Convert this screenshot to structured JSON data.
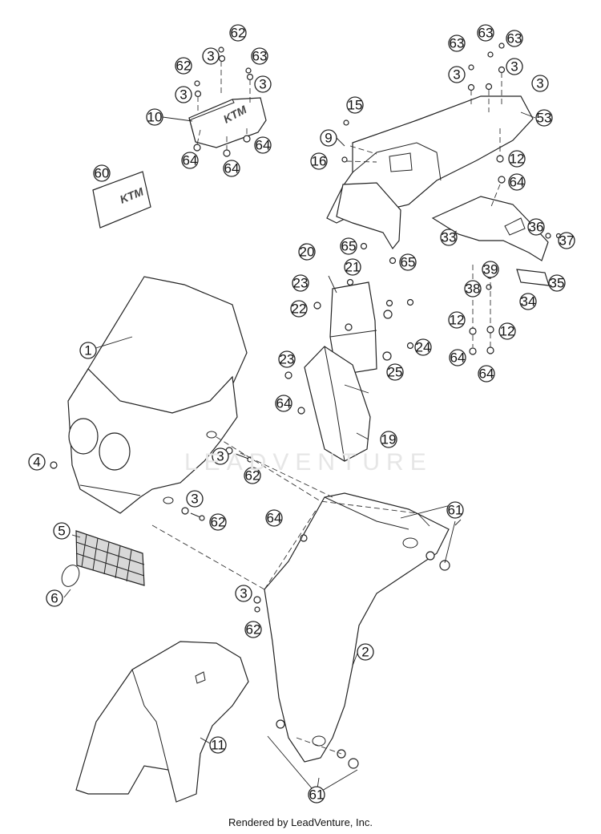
{
  "diagram": {
    "footer": "Rendered by LeadVenture, Inc.",
    "watermark": "LEADVENTURE",
    "brand_mark": "KTM"
  },
  "callouts": [
    {
      "id": "c62a",
      "label": "62"
    },
    {
      "id": "c3a",
      "label": "3"
    },
    {
      "id": "c63a",
      "label": "63"
    },
    {
      "id": "c62b",
      "label": "62"
    },
    {
      "id": "c3b",
      "label": "3"
    },
    {
      "id": "c3c",
      "label": "3"
    },
    {
      "id": "c10",
      "label": "10"
    },
    {
      "id": "c64a",
      "label": "64"
    },
    {
      "id": "c64b",
      "label": "64"
    },
    {
      "id": "c64c",
      "label": "64"
    },
    {
      "id": "c60",
      "label": "60"
    },
    {
      "id": "c63b",
      "label": "63"
    },
    {
      "id": "c63c",
      "label": "63"
    },
    {
      "id": "c63d",
      "label": "63"
    },
    {
      "id": "c3d",
      "label": "3"
    },
    {
      "id": "c3e",
      "label": "3"
    },
    {
      "id": "c3f",
      "label": "3"
    },
    {
      "id": "c53",
      "label": "53"
    },
    {
      "id": "c15",
      "label": "15"
    },
    {
      "id": "c9",
      "label": "9"
    },
    {
      "id": "c16",
      "label": "16"
    },
    {
      "id": "c12a",
      "label": "12"
    },
    {
      "id": "c64d",
      "label": "64"
    },
    {
      "id": "c33",
      "label": "33"
    },
    {
      "id": "c36",
      "label": "36"
    },
    {
      "id": "c37",
      "label": "37"
    },
    {
      "id": "c65a",
      "label": "65"
    },
    {
      "id": "c65b",
      "label": "65"
    },
    {
      "id": "c20",
      "label": "20"
    },
    {
      "id": "c21",
      "label": "21"
    },
    {
      "id": "c39",
      "label": "39"
    },
    {
      "id": "c35",
      "label": "35"
    },
    {
      "id": "c23a",
      "label": "23"
    },
    {
      "id": "c22",
      "label": "22"
    },
    {
      "id": "c38",
      "label": "38"
    },
    {
      "id": "c34",
      "label": "34"
    },
    {
      "id": "c12b",
      "label": "12"
    },
    {
      "id": "c12c",
      "label": "12"
    },
    {
      "id": "c1",
      "label": "1"
    },
    {
      "id": "c24",
      "label": "24"
    },
    {
      "id": "c23b",
      "label": "23"
    },
    {
      "id": "c25",
      "label": "25"
    },
    {
      "id": "c64e",
      "label": "64"
    },
    {
      "id": "c64f",
      "label": "64"
    },
    {
      "id": "c64g",
      "label": "64"
    },
    {
      "id": "c19",
      "label": "19"
    },
    {
      "id": "c4",
      "label": "4"
    },
    {
      "id": "c3g",
      "label": "3"
    },
    {
      "id": "c62c",
      "label": "62"
    },
    {
      "id": "c3h",
      "label": "3"
    },
    {
      "id": "c62d",
      "label": "62"
    },
    {
      "id": "c64h",
      "label": "64"
    },
    {
      "id": "c61a",
      "label": "61"
    },
    {
      "id": "c5",
      "label": "5"
    },
    {
      "id": "c6",
      "label": "6"
    },
    {
      "id": "c3i",
      "label": "3"
    },
    {
      "id": "c62e",
      "label": "62"
    },
    {
      "id": "c2",
      "label": "2"
    },
    {
      "id": "c11",
      "label": "11"
    },
    {
      "id": "c61b",
      "label": "61"
    }
  ]
}
